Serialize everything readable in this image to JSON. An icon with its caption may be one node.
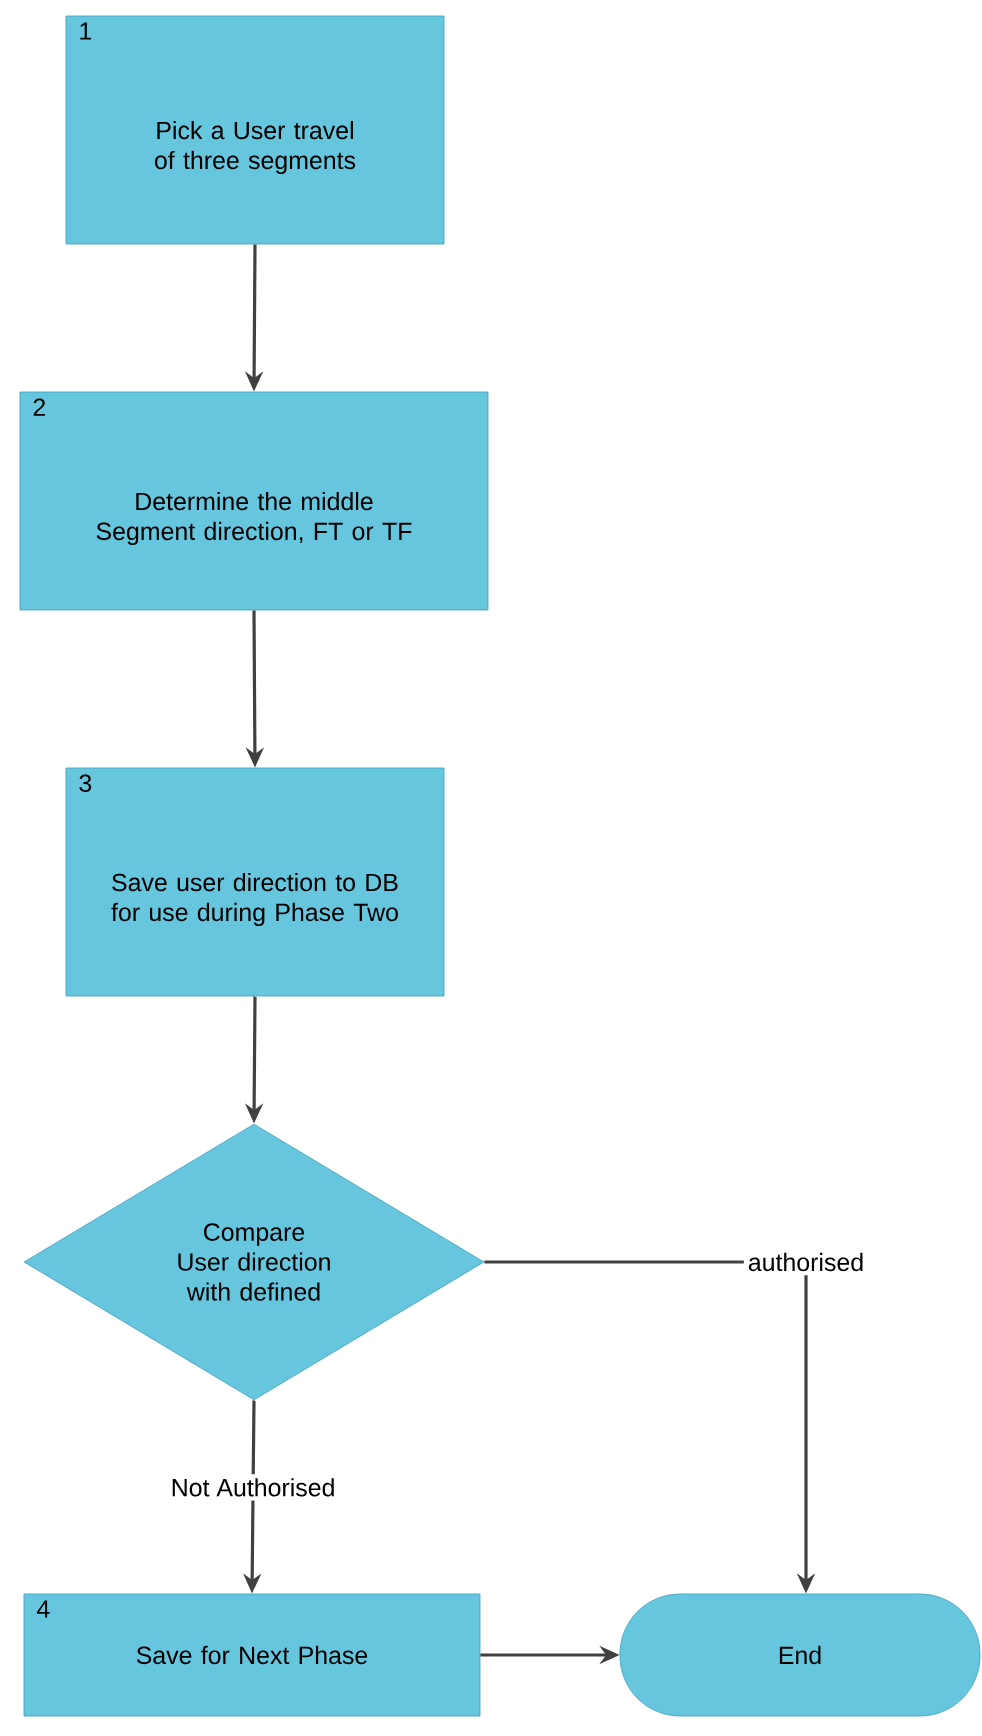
{
  "diagram": {
    "nodes": [
      {
        "text": [
          "1",
          "Pick a User travel of three segments"
        ]
      },
      {
        "text": [
          "2",
          "Determine the middle Segment direction, FT or TF"
        ]
      },
      {
        "text": [
          "3",
          "Save user direction to DB for use during Phase Two"
        ]
      },
      {
        "text": [
          "Compare User direction with defined"
        ]
      },
      {
        "text": [
          "4",
          "Save for Next Phase"
        ]
      },
      {
        "text": [
          "End"
        ]
      }
    ],
    "edges": [
      {
        "from": 0,
        "to": 1,
        "arrow": "to"
      },
      {
        "from": 1,
        "to": 2,
        "arrow": "to"
      },
      {
        "from": 2,
        "to": 3,
        "arrow": "to"
      },
      {
        "from": 3,
        "to": 4,
        "arrow": "to",
        "label": "Not Authorised"
      },
      {
        "from": 3,
        "to": 5,
        "arrow": "to",
        "label": "authorised"
      },
      {
        "from": 4,
        "to": 5,
        "arrow": "to"
      }
    ]
  }
}
